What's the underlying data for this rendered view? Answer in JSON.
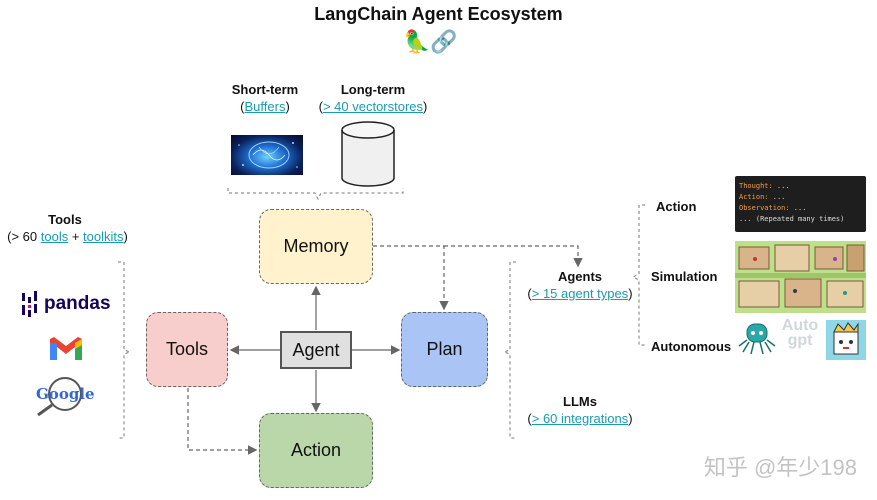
{
  "title": "LangChain Agent Ecosystem",
  "title_emoji": "🦜🔗",
  "memory": {
    "short_term": {
      "title": "Short-term",
      "open": "(",
      "link": "Buffers",
      "close": ")"
    },
    "long_term": {
      "title": "Long-term",
      "open": "(",
      "link": "> 40 vectorstores",
      "close": ")"
    }
  },
  "tools_panel": {
    "title": "Tools",
    "prefix": "(> 60 ",
    "link1": "tools",
    "joiner": " + ",
    "link2": "toolkits",
    "suffix": ")",
    "logos": {
      "pandas": "pandas",
      "google": "Google"
    }
  },
  "nodes": {
    "memory": "Memory",
    "tools": "Tools",
    "agent": "Agent",
    "plan": "Plan",
    "action": "Action"
  },
  "agents_panel": {
    "title": "Agents",
    "open": "(",
    "link": "> 15 agent types",
    "close": ")"
  },
  "llms_panel": {
    "title": "LLMs",
    "open": "(",
    "link": "> 60 integrations",
    "close": ")"
  },
  "agent_types": {
    "action": "Action",
    "simulation": "Simulation",
    "autonomous": "Autonomous"
  },
  "code_snippet": {
    "l1_key": "Thought:",
    "l1_val": " ...",
    "l2_key": "Action:",
    "l2_val": " ...",
    "l3_key": "Observation:",
    "l3_val": " ...",
    "l4": "... (Repeated many times)"
  },
  "autogpt_logo": "Auto gpt",
  "watermark": "知乎 @年少198",
  "colors": {
    "memory_fill": "#fff2cc",
    "tools_fill": "#f8cecc",
    "agent_fill": "#e0e0e0",
    "plan_fill": "#a9c4f5",
    "action_fill": "#b9d7a8",
    "link": "#1a9bb0"
  }
}
